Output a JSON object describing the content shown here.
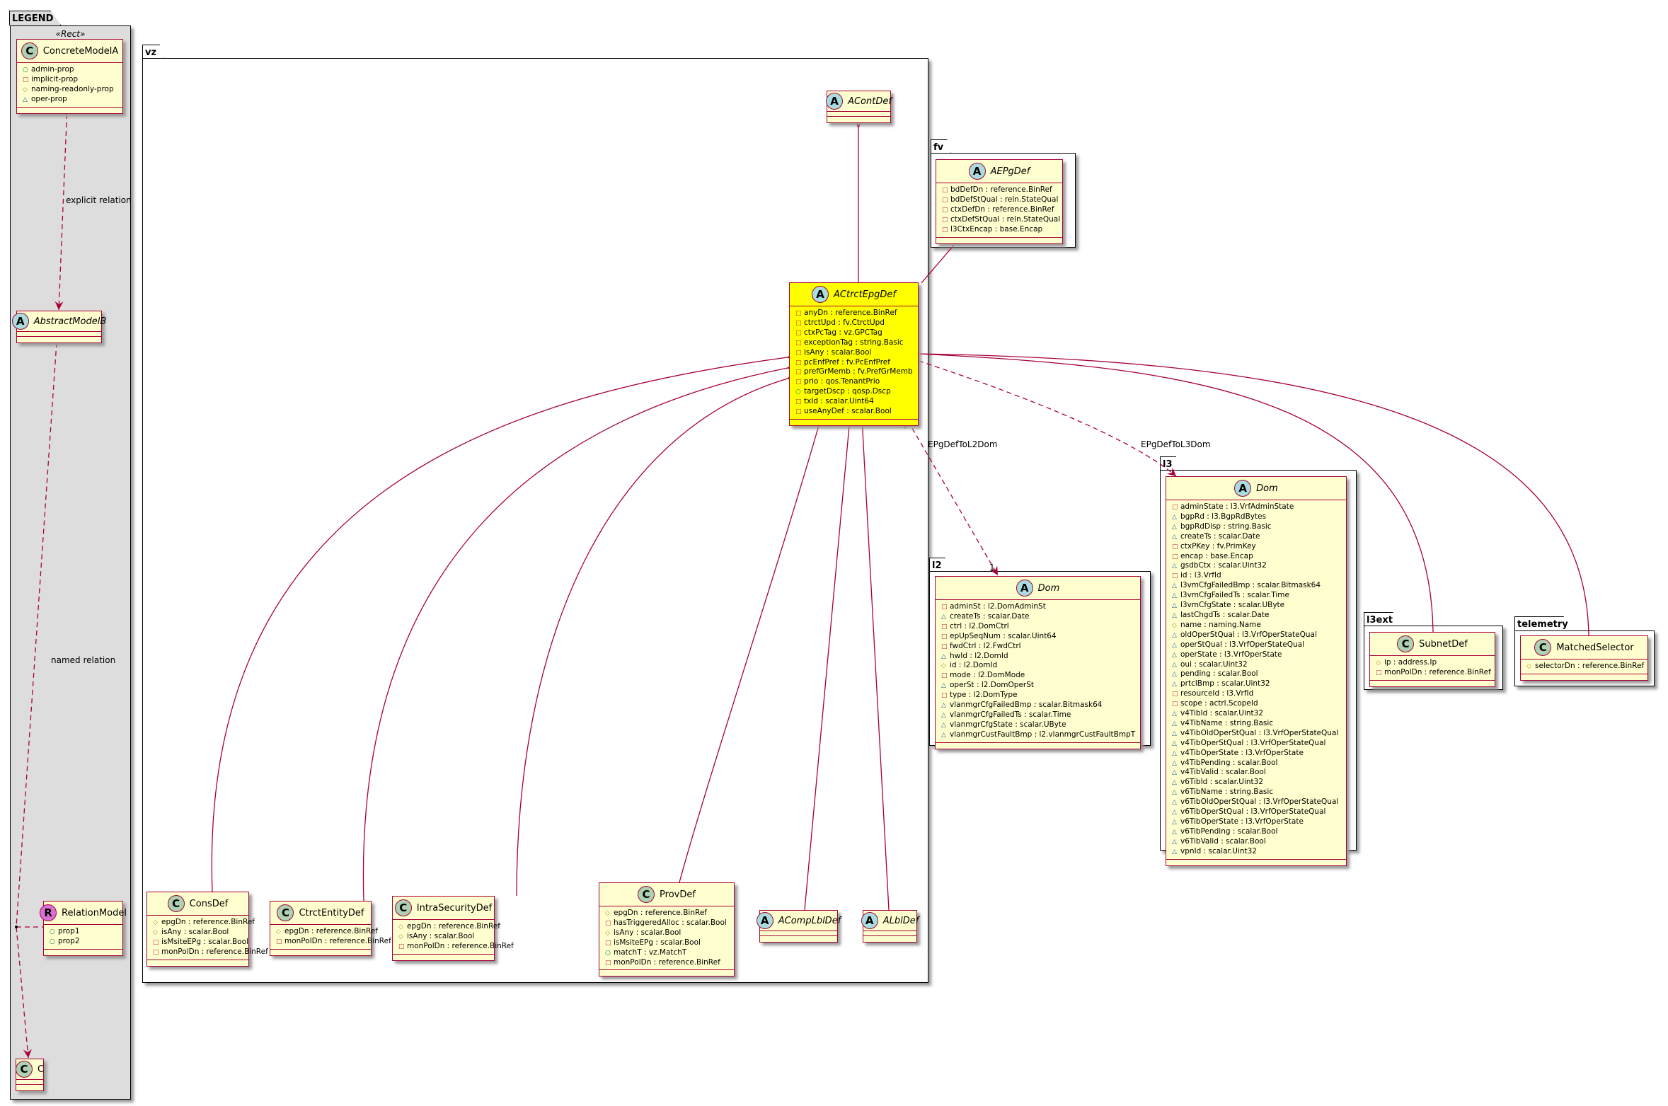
{
  "colors": {
    "border": "#A80036",
    "class_bg": "#FEFECE",
    "highlight_bg": "#FFFF00",
    "legend_bg": "#DDDDDD",
    "class_icon": "#ADD1B2",
    "abstract_icon": "#A9DCDF",
    "relation_icon": "#DA70D6",
    "vis_public": "#038048",
    "vis_private": "#C82930",
    "vis_protected": "#B38D22",
    "vis_package": "#1963A0"
  },
  "visibility_symbols": {
    "public": "○",
    "private": "□",
    "protected": "◇",
    "package": "△"
  },
  "packages": {
    "legend": "LEGEND",
    "legend_stereotype": "«Rect»",
    "vz": "vz",
    "fv": "fv",
    "l2": "l2",
    "l3": "l3",
    "l3ext": "l3ext",
    "telemetry": "telemetry"
  },
  "edge_labels": {
    "explicit": "explicit relation",
    "named": "named relation",
    "l2": "EPgDefToL2Dom",
    "l2_from_mult": "*",
    "l2_to_mult": "1",
    "l3": "EPgDefToL3Dom"
  },
  "classes": {
    "ConcreteModelA": {
      "name": "ConcreteModelA",
      "kind": "C",
      "attrs": [
        [
          "public",
          "admin-prop"
        ],
        [
          "private",
          "implicit-prop"
        ],
        [
          "protected",
          "naming-readonly-prop"
        ],
        [
          "package",
          "oper-prop"
        ]
      ]
    },
    "AbstractModelB": {
      "name": "AbstractModelB",
      "kind": "A",
      "attrs": []
    },
    "RelationModel": {
      "name": "RelationModel",
      "kind": "R",
      "attrs": [
        [
          "public",
          "prop1"
        ],
        [
          "public",
          "prop2"
        ]
      ]
    },
    "C": {
      "name": "C",
      "kind": "C",
      "attrs": []
    },
    "AContDef": {
      "name": "AContDef",
      "kind": "A",
      "attrs": []
    },
    "ACtrctEpgDef": {
      "name": "ACtrctEpgDef",
      "kind": "A",
      "attrs": [
        [
          "private",
          "anyDn : reference.BinRef"
        ],
        [
          "private",
          "ctrctUpd : fv.CtrctUpd"
        ],
        [
          "private",
          "ctxPcTag : vz.GPCTag"
        ],
        [
          "private",
          "exceptionTag : string.Basic"
        ],
        [
          "private",
          "isAny : scalar.Bool"
        ],
        [
          "private",
          "pcEnfPref : fv.PcEnfPref"
        ],
        [
          "private",
          "prefGrMemb : fv.PrefGrMemb"
        ],
        [
          "private",
          "prio : qos.TenantPrio"
        ],
        [
          "public",
          "targetDscp : qosp.Dscp"
        ],
        [
          "private",
          "txId : scalar.Uint64"
        ],
        [
          "private",
          "useAnyDef : scalar.Bool"
        ]
      ]
    },
    "AEPgDef": {
      "name": "AEPgDef",
      "kind": "A",
      "attrs": [
        [
          "private",
          "bdDefDn : reference.BinRef"
        ],
        [
          "private",
          "bdDefStQual : reln.StateQual"
        ],
        [
          "private",
          "ctxDefDn : reference.BinRef"
        ],
        [
          "private",
          "ctxDefStQual : reln.StateQual"
        ],
        [
          "private",
          "l3CtxEncap : base.Encap"
        ]
      ]
    },
    "L2Dom": {
      "name": "Dom",
      "kind": "A",
      "attrs": [
        [
          "private",
          "adminSt : l2.DomAdminSt"
        ],
        [
          "package",
          "createTs : scalar.Date"
        ],
        [
          "private",
          "ctrl : l2.DomCtrl"
        ],
        [
          "private",
          "epUpSeqNum : scalar.Uint64"
        ],
        [
          "private",
          "fwdCtrl : l2.FwdCtrl"
        ],
        [
          "package",
          "hwId : l2.DomId"
        ],
        [
          "protected",
          "id : l2.DomId"
        ],
        [
          "private",
          "mode : l2.DomMode"
        ],
        [
          "package",
          "operSt : l2.DomOperSt"
        ],
        [
          "private",
          "type : l2.DomType"
        ],
        [
          "package",
          "vlanmgrCfgFailedBmp : scalar.Bitmask64"
        ],
        [
          "package",
          "vlanmgrCfgFailedTs : scalar.Time"
        ],
        [
          "package",
          "vlanmgrCfgState : scalar.UByte"
        ],
        [
          "package",
          "vlanmgrCustFaultBmp : l2.vlanmgrCustFaultBmpT"
        ]
      ]
    },
    "L3Dom": {
      "name": "Dom",
      "kind": "A",
      "attrs": [
        [
          "private",
          "adminState : l3.VrfAdminState"
        ],
        [
          "package",
          "bgpRd : l3.BgpRdBytes"
        ],
        [
          "package",
          "bgpRdDisp : string.Basic"
        ],
        [
          "package",
          "createTs : scalar.Date"
        ],
        [
          "private",
          "ctxPKey : fv.PrimKey"
        ],
        [
          "private",
          "encap : base.Encap"
        ],
        [
          "package",
          "gsdbCtx : scalar.Uint32"
        ],
        [
          "private",
          "id : l3.VrfId"
        ],
        [
          "package",
          "l3vmCfgFailedBmp : scalar.Bitmask64"
        ],
        [
          "package",
          "l3vmCfgFailedTs : scalar.Time"
        ],
        [
          "package",
          "l3vmCfgState : scalar.UByte"
        ],
        [
          "package",
          "lastChgdTs : scalar.Date"
        ],
        [
          "protected",
          "name : naming.Name"
        ],
        [
          "package",
          "oldOperStQual : l3.VrfOperStateQual"
        ],
        [
          "package",
          "operStQual : l3.VrfOperStateQual"
        ],
        [
          "package",
          "operState : l3.VrfOperState"
        ],
        [
          "package",
          "oui : scalar.Uint32"
        ],
        [
          "package",
          "pending : scalar.Bool"
        ],
        [
          "package",
          "prtclBmp : scalar.Uint32"
        ],
        [
          "private",
          "resourceId : l3.VrfId"
        ],
        [
          "private",
          "scope : actrl.ScopeId"
        ],
        [
          "package",
          "v4TibId : scalar.Uint32"
        ],
        [
          "package",
          "v4TibName : string.Basic"
        ],
        [
          "package",
          "v4TibOldOperStQual : l3.VrfOperStateQual"
        ],
        [
          "package",
          "v4TibOperStQual : l3.VrfOperStateQual"
        ],
        [
          "package",
          "v4TibOperState : l3.VrfOperState"
        ],
        [
          "package",
          "v4TibPending : scalar.Bool"
        ],
        [
          "package",
          "v4TibValid : scalar.Bool"
        ],
        [
          "package",
          "v6TibId : scalar.Uint32"
        ],
        [
          "package",
          "v6TibName : string.Basic"
        ],
        [
          "package",
          "v6TibOldOperStQual : l3.VrfOperStateQual"
        ],
        [
          "package",
          "v6TibOperStQual : l3.VrfOperStateQual"
        ],
        [
          "package",
          "v6TibOperState : l3.VrfOperState"
        ],
        [
          "package",
          "v6TibPending : scalar.Bool"
        ],
        [
          "package",
          "v6TibValid : scalar.Bool"
        ],
        [
          "package",
          "vpnId : scalar.Uint32"
        ]
      ]
    },
    "SubnetDef": {
      "name": "SubnetDef",
      "kind": "C",
      "attrs": [
        [
          "protected",
          "ip : address.Ip"
        ],
        [
          "private",
          "monPolDn : reference.BinRef"
        ]
      ]
    },
    "MatchedSelector": {
      "name": "MatchedSelector",
      "kind": "C",
      "attrs": [
        [
          "protected",
          "selectorDn : reference.BinRef"
        ]
      ]
    },
    "ConsDef": {
      "name": "ConsDef",
      "kind": "C",
      "attrs": [
        [
          "protected",
          "epgDn : reference.BinRef"
        ],
        [
          "protected",
          "isAny : scalar.Bool"
        ],
        [
          "private",
          "isMsiteEPg : scalar.Bool"
        ],
        [
          "private",
          "monPolDn : reference.BinRef"
        ]
      ]
    },
    "CtrctEntityDef": {
      "name": "CtrctEntityDef",
      "kind": "C",
      "attrs": [
        [
          "protected",
          "epgDn : reference.BinRef"
        ],
        [
          "private",
          "monPolDn : reference.BinRef"
        ]
      ]
    },
    "IntraSecurityDef": {
      "name": "IntraSecurityDef",
      "kind": "C",
      "attrs": [
        [
          "protected",
          "epgDn : reference.BinRef"
        ],
        [
          "protected",
          "isAny : scalar.Bool"
        ],
        [
          "private",
          "monPolDn : reference.BinRef"
        ]
      ]
    },
    "ProvDef": {
      "name": "ProvDef",
      "kind": "C",
      "attrs": [
        [
          "protected",
          "epgDn : reference.BinRef"
        ],
        [
          "private",
          "hasTriggeredAlloc : scalar.Bool"
        ],
        [
          "protected",
          "isAny : scalar.Bool"
        ],
        [
          "private",
          "isMsiteEPg : scalar.Bool"
        ],
        [
          "public",
          "matchT : vz.MatchT"
        ],
        [
          "private",
          "monPolDn : reference.BinRef"
        ]
      ]
    },
    "ACompLblDef": {
      "name": "ACompLblDef",
      "kind": "A",
      "attrs": []
    },
    "ALblDef": {
      "name": "ALblDef",
      "kind": "A",
      "attrs": []
    }
  }
}
